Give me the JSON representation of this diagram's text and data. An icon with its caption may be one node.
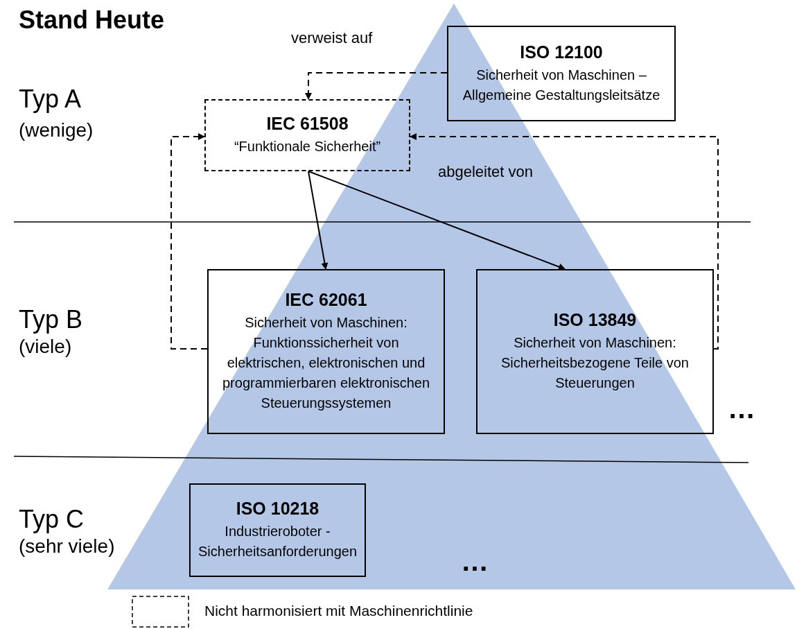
{
  "diagram": {
    "title": "Stand Heute",
    "nodes": [
      {
        "text": [
          "ISO 12100",
          "Sicherheit von Maschinen – Allgemeine Gestaltungsleitsätze"
        ]
      },
      {
        "text": [
          "IEC 61508",
          "“Funktionale Sicherheit”"
        ]
      },
      {
        "text": [
          "IEC 62061",
          "Sicherheit von Maschinen: Funktionssicherheit von elektrischen, elektronischen und programmierbaren elektronischen Steuerungssystemen"
        ]
      },
      {
        "text": [
          "ISO 13849",
          "Sicherheit von Maschinen: Sicherheitsbezogene Teile von Steuerungen"
        ]
      },
      {
        "text": [
          "ISO 10218",
          "Industrieroboter - Sicherheitsanforderungen"
        ]
      }
    ],
    "edges": [
      {
        "from": 0,
        "to": 1,
        "arrow": "to",
        "style": "dashed",
        "label": "verweist auf"
      },
      {
        "from": 2,
        "to": 1,
        "arrow": "to",
        "style": "dashed"
      },
      {
        "from": 3,
        "to": 1,
        "arrow": "to",
        "style": "dashed",
        "label": "abgeleitet von"
      },
      {
        "from": 1,
        "to": 2,
        "arrow": "to"
      },
      {
        "from": 1,
        "to": 3,
        "arrow": "to"
      }
    ],
    "labels": [
      "Typ A",
      "(wenige)",
      "Typ B",
      "(viele)",
      "…",
      "Typ C",
      "(sehr viele)",
      "…"
    ],
    "legend": [
      {
        "text": "Nicht harmonisiert mit Maschinenrichtlinie"
      }
    ]
  }
}
